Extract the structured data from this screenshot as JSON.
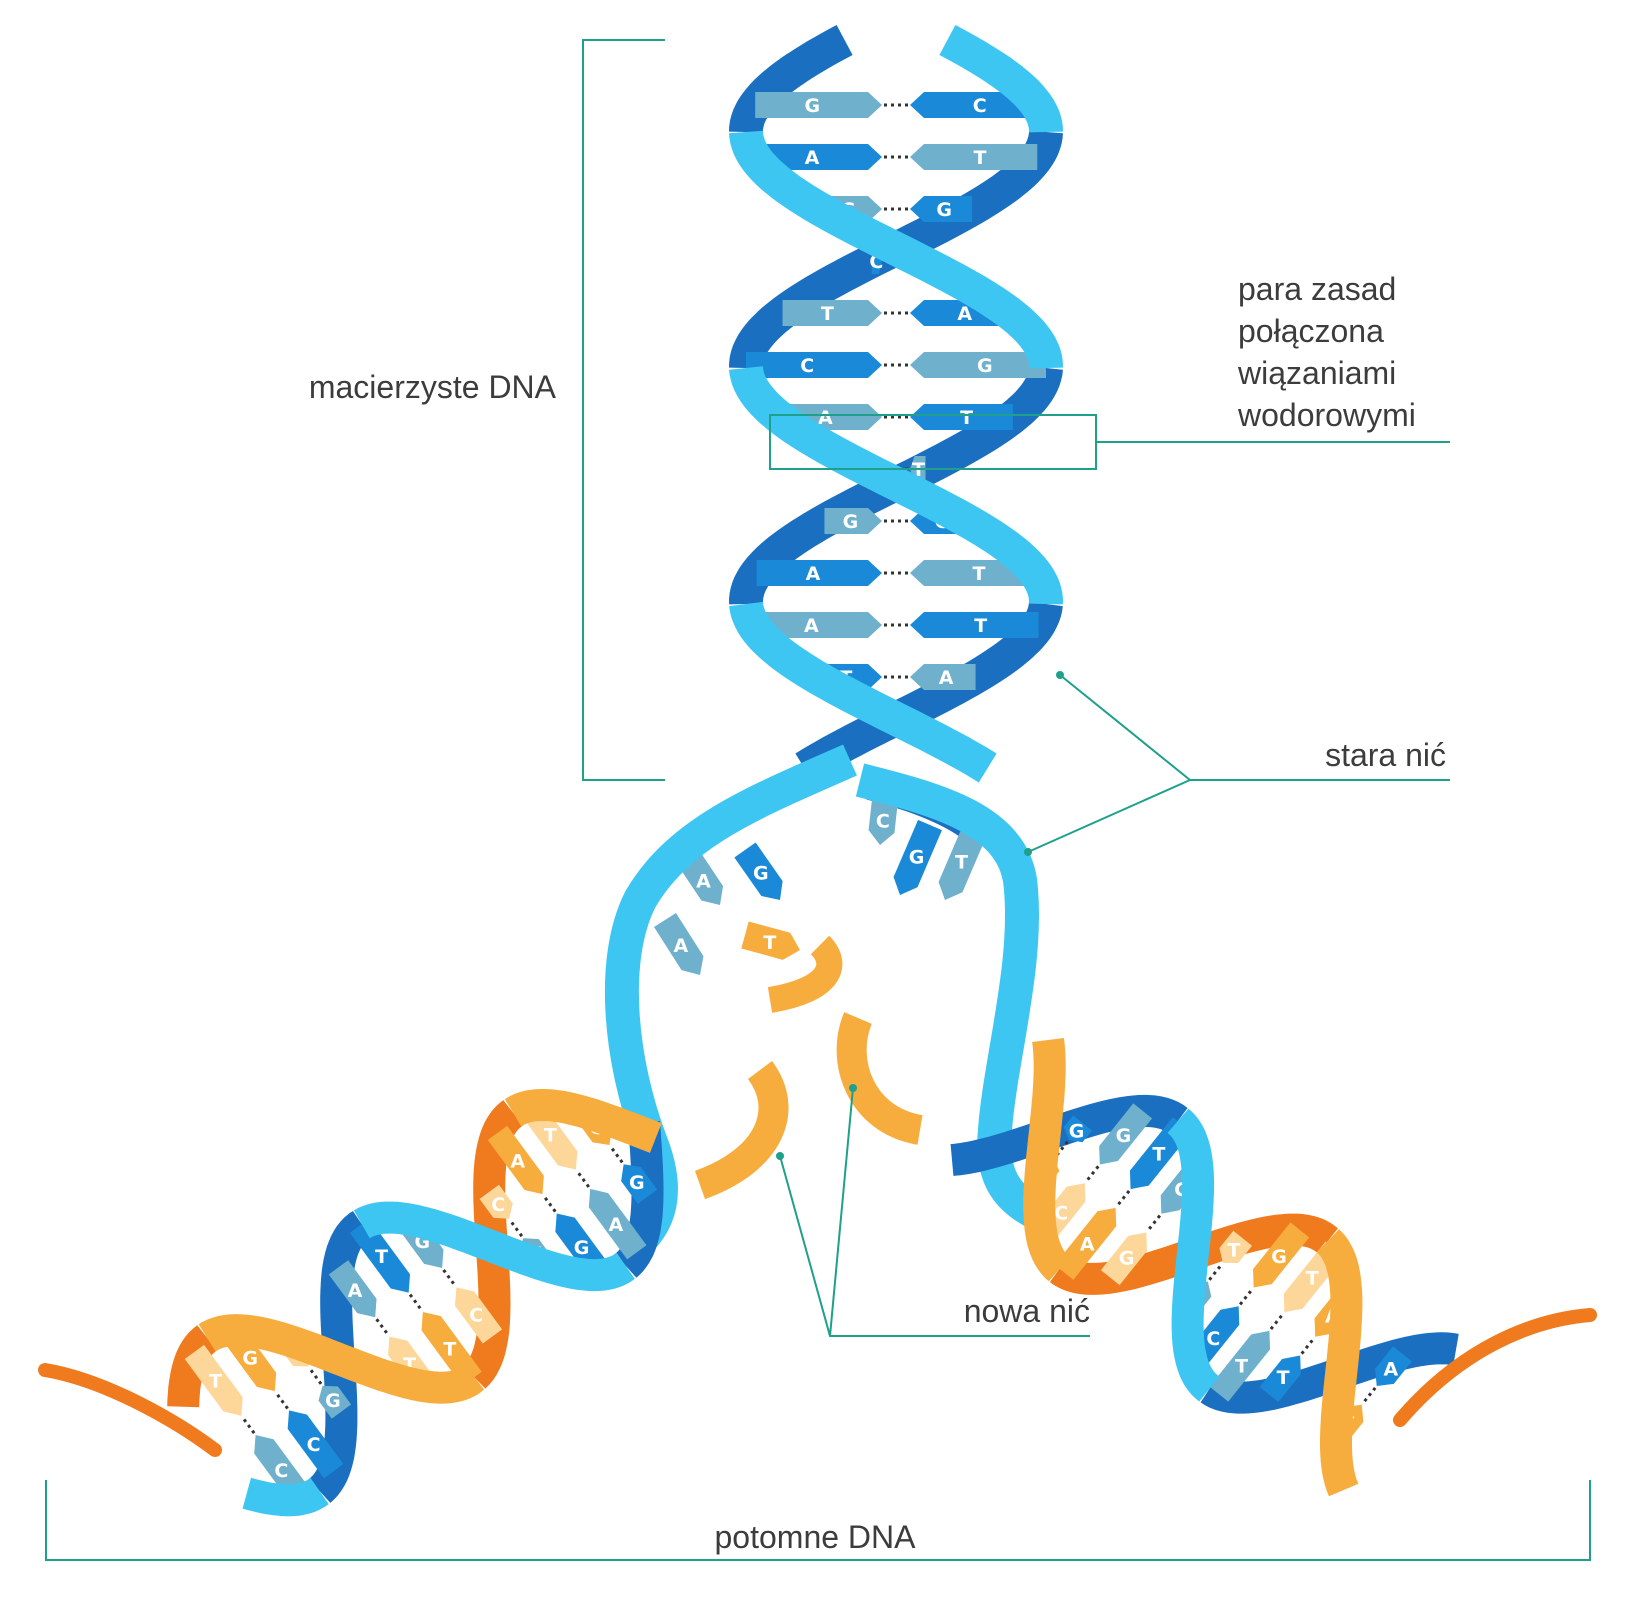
{
  "labels": {
    "parent_dna": "macierzyste DNA",
    "base_pair": [
      "para zasad",
      "połączona",
      "wiązaniami",
      "wodorowymi"
    ],
    "old_strand": "stara nić",
    "new_strand": "nowa nić",
    "daughter_dna": "potomne DNA"
  },
  "colors": {
    "old_strand_light": "#3ec6f2",
    "old_strand_dark": "#1a6fc0",
    "new_strand_light": "#f7ad3d",
    "new_strand_dark": "#f07a1e",
    "base_blue": "#1a8ad8",
    "base_grey": "#6fb1cc",
    "base_orange": "#f7ad3d",
    "base_pale": "#fdd79a",
    "leader": "#1ea08a"
  },
  "parent_pairs": [
    {
      "left": "G",
      "right": "C"
    },
    {
      "left": "A",
      "right": "T"
    },
    {
      "left": "C",
      "right": "G"
    },
    {
      "left": "C",
      "right": "G"
    },
    {
      "left": "T",
      "right": "A"
    },
    {
      "left": "C",
      "right": "G"
    },
    {
      "left": "A",
      "right": "T"
    },
    {
      "left": "A",
      "right": "T"
    },
    {
      "left": "G",
      "right": "C"
    },
    {
      "left": "A",
      "right": "T"
    },
    {
      "left": "A",
      "right": "T"
    },
    {
      "left": "T",
      "right": "A"
    }
  ],
  "fork_left_bases": [
    "A",
    "G",
    "A"
  ],
  "fork_right_bases": [
    "C",
    "G",
    "T"
  ],
  "free_nucleotide": "T",
  "left_daughter_pairs": [
    {
      "old": "C",
      "new": "T"
    },
    {
      "old": "C",
      "new": "G"
    },
    {
      "old": "G",
      "new": "C"
    },
    {
      "old": "A",
      "new": "T"
    },
    {
      "old": "A",
      "new": "T"
    },
    {
      "old": "T",
      "new": "T"
    },
    {
      "old": "G",
      "new": "C"
    },
    {
      "old": "T",
      "new": "A"
    },
    {
      "old": "T",
      "new": "C"
    },
    {
      "old": "G",
      "new": "A"
    },
    {
      "old": "A",
      "new": "T"
    },
    {
      "old": "G",
      "new": "C"
    }
  ],
  "right_daughter_pairs": [
    {
      "old": "G",
      "new": "A"
    },
    {
      "old": "G",
      "new": "C"
    },
    {
      "old": "G",
      "new": "C"
    },
    {
      "old": "T",
      "new": "A"
    },
    {
      "old": "C",
      "new": "G"
    },
    {
      "old": "A",
      "new": "T"
    },
    {
      "old": "A",
      "new": "T"
    },
    {
      "old": "C",
      "new": "G"
    },
    {
      "old": "T",
      "new": "T"
    },
    {
      "old": "T",
      "new": "A"
    },
    {
      "old": "A",
      "new": "T"
    },
    {
      "old": "A",
      "new": "T"
    }
  ]
}
